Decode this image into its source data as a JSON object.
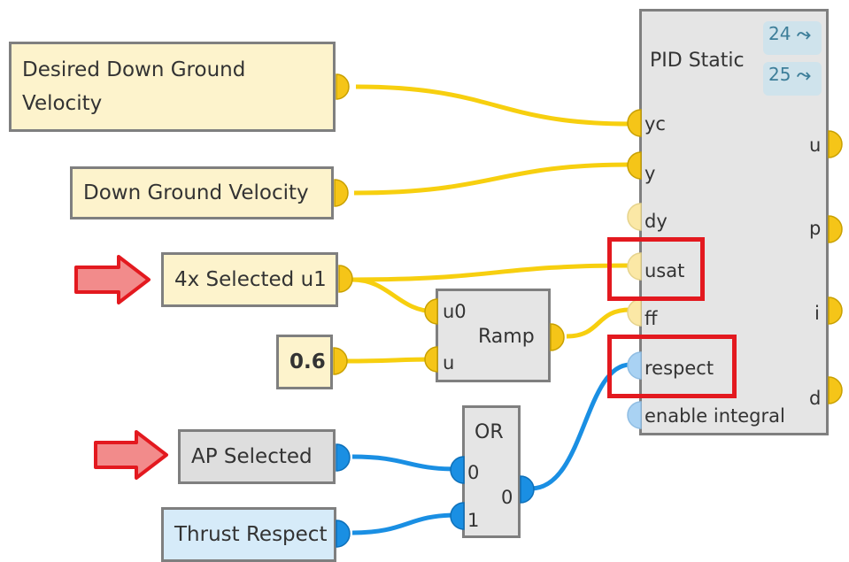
{
  "nodes": {
    "desired": "Desired Down Ground Velocity",
    "down_ground": "Down Ground Velocity",
    "selected_u1": "4x Selected u1",
    "const_value": "0.6",
    "ap_selected": "AP Selected",
    "thrust_respect": "Thrust Respect"
  },
  "ramp": {
    "title": "Ramp",
    "in_u0": "u0",
    "in_u": "u"
  },
  "or_block": {
    "title": "OR",
    "in_0": "0",
    "in_1": "1",
    "out": "0"
  },
  "pid": {
    "title": "PID Static",
    "badge1": "24",
    "badge2": "25",
    "inputs": [
      "yc",
      "y",
      "dy",
      "usat",
      "ff",
      "respect",
      "enable integral"
    ],
    "outputs": [
      "u",
      "p",
      "i",
      "d"
    ]
  },
  "colors": {
    "real_wire": "#f7cf0f",
    "bool_wire": "#1a8fe3",
    "highlight": "#e3191f",
    "arrow": "#e3191f"
  },
  "icons": {
    "badge": "signal-icon",
    "pointer": "arrow-right-icon"
  }
}
